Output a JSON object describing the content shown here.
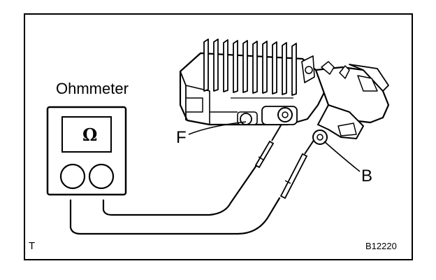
{
  "meter": {
    "title": "Ohmmeter",
    "symbol": "Ω"
  },
  "callouts": {
    "terminal_f": "F",
    "terminal_b": "B"
  },
  "footer": {
    "corner_mark": "T",
    "reference_code": "B12220"
  }
}
